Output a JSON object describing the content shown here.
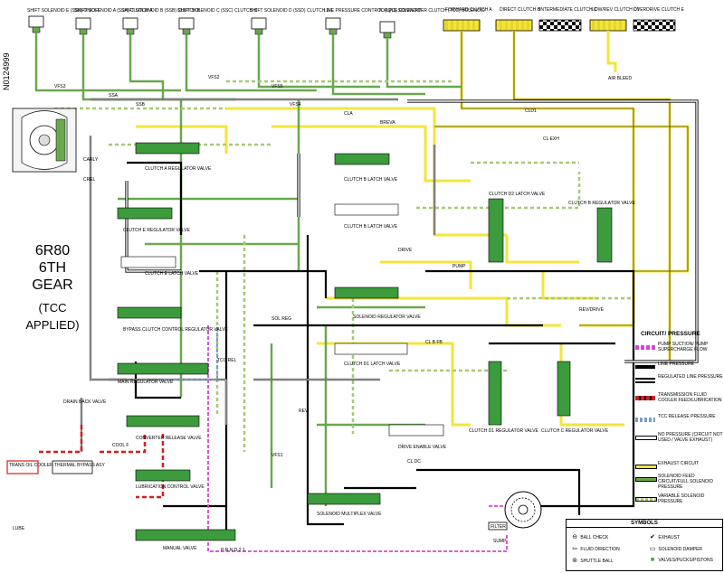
{
  "doc_id": "N0124999",
  "title": {
    "line1": "6R80",
    "line2": "6TH",
    "line3": "GEAR",
    "line4": "(TCC",
    "line5": "APPLIED)"
  },
  "solenoids": [
    "SHIFT SOLENOID E (SSE) ON/OFF",
    "SHIFT SOLENOID A (SSA) CLUTCH A",
    "SHIFT SOLENOID B (SSB) CLUTCH B",
    "SHIFT SOLENOID C (SSC) CLUTCH C",
    "SHIFT SOLENOID D (SSD) CLUTCH D/E",
    "LINE PRESSURE CONTROL (LPC) SOLENOID",
    "TORQUE CONVERTER CLUTCH (TCC) SOLENOID"
  ],
  "clutches": [
    "FORWARD CLUTCH A",
    "DIRECT CLUTCH B",
    "INTERMEDIATE CLUTCH C",
    "LOW/REV CLUTCH D1",
    "OVERDRIVE CLUTCH E"
  ],
  "valves": [
    "CLUTCH A REGULATOR VALVE",
    "CLUTCH B LATCH VALVE",
    "CLUTCH E REGULATOR VALVE",
    "CLUTCH B LATCH VALVE",
    "CLUTCH E LATCH VALVE",
    "CLUTCH D2 LATCH VALVE",
    "CLUTCH B REGULATOR VALVE",
    "SOLENOID REGULATOR VALVE",
    "BYPASS CLUTCH CONTROL REGULATOR VALVE",
    "MAIN REGULATOR VALVE",
    "CLUTCH D1 LATCH VALVE",
    "CLUTCH D1 REGULATOR VALVE",
    "CLUTCH C REGULATOR VALVE",
    "CONVERTER RELEASE VALVE",
    "DRIVE ENABLE VALVE",
    "LUBRICATION CONTROL VALVE",
    "SOLENOID MULTIPLEX VALVE",
    "MANUAL VALVE"
  ],
  "misc_labels": {
    "air_bleed": "AIR BLEED",
    "trans_oil_cooler": "TRANS OIL COOLER",
    "thermal_bypass": "THERMAL BYPASS ASY",
    "drain_back": "DRAIN BACK VALVE",
    "filter": "FILTER",
    "sump": "SUMP",
    "lube": "LUBE",
    "pump": "PUMP",
    "prndl": "P R N D 2 1"
  },
  "circuit_labels": [
    "VFS3",
    "SSA",
    "SSB",
    "VFS2",
    "VFS5",
    "VFS4",
    "CLA",
    "BREVA",
    "CLD1",
    "CL EXH",
    "DRIVE",
    "REV/DRIVE",
    "PUMP",
    "SOL REG",
    "TCC REL",
    "CL B FB",
    "CL DC",
    "REV",
    "CARLY",
    "CREL",
    "COOL F",
    "VFS1"
  ],
  "legend": {
    "title": "CIRCUIT/ PRESSURE",
    "items": [
      {
        "label": "PUMP SUCTION/ PUMP SUPERCHARGE FLOW",
        "color": "#d04ad0",
        "style": "purple-dashed"
      },
      {
        "label": "LINE PRESSURE",
        "color": "#000000",
        "style": "solid"
      },
      {
        "label": "REGULATED LINE PRESSURE",
        "color": "#000000",
        "style": "double"
      },
      {
        "label": "TRANSMISSION FLUID COOLER FEED/LUBRICATION",
        "color": "#d21f1f",
        "style": "red-dashed"
      },
      {
        "label": "TCC RELEASE PRESSURE",
        "color": "#7a9cc9",
        "style": "blue-dashed"
      },
      {
        "label": "NO PRESSURE (CIRCUIT NOT USED / VALVE EXHAUST)",
        "color": "#000000",
        "style": "hollow"
      },
      {
        "label": "EXHAUST CIRCUIT",
        "color": "#f3e53a",
        "style": "yellow"
      },
      {
        "label": "SOLENOID FEED CIRCUIT/FULL SOLENOID PRESSURE",
        "color": "#6aa84f",
        "style": "green"
      },
      {
        "label": "VARIABLE SOLENOID PRESSURE",
        "color": "#a6c977",
        "style": "green-dashed"
      }
    ]
  },
  "symbols": {
    "title": "SYMBOLS",
    "items": [
      {
        "label": "BALL CHECK",
        "glyph": "⊖"
      },
      {
        "label": "EXHAUST",
        "glyph": "✔"
      },
      {
        "label": "FLUID DIRECTION",
        "glyph": "⇦"
      },
      {
        "label": "SOLENOID DAMPER",
        "glyph": "▭"
      },
      {
        "label": "SHUTTLE BALL",
        "glyph": "⊚"
      },
      {
        "label": "VALVES/PUCKS/PISTONS",
        "glyph": "■"
      }
    ]
  },
  "colors": {
    "exhaust_yellow": "#f3e53a",
    "solenoid_green": "#6aa84f",
    "valve_green": "#3c9b3c",
    "cooler_red": "#d21f1f",
    "suction_purple": "#d04ad0",
    "tcc_blue": "#7a9cc9"
  }
}
